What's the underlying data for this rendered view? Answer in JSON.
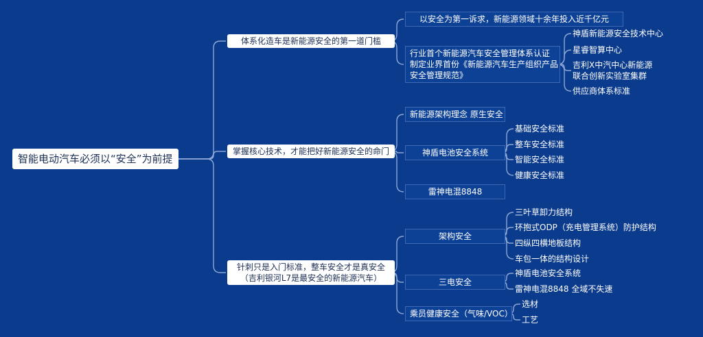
{
  "diagram": {
    "root": "智能电动汽车必须以“安全”为前提",
    "branches": [
      {
        "label": "体系化造车是新能源安全的第一道门槛",
        "children": [
          {
            "label": "以安全为第一诉求，新能源领域十余年投入近千亿元",
            "children": []
          },
          {
            "label_lines": [
              "行业首个新能源汽车安全管理体系认证",
              "制定业界首份《新能源汽车生产组织产品",
              "安全管理规范》"
            ],
            "children": [
              {
                "label": "神盾新能源安全技术中心"
              },
              {
                "label": "星睿智算中心"
              },
              {
                "label_lines": [
                  "吉利X中汽中心新能源",
                  "联合创新实验室集群"
                ]
              },
              {
                "label": "供应商体系标准"
              }
            ]
          }
        ]
      },
      {
        "label": "掌握核心技术，才能把好新能源安全的命门",
        "children": [
          {
            "label": "新能源架构理念  原生安全",
            "children": []
          },
          {
            "label": "神盾电池安全系统",
            "children": [
              {
                "label": "基础安全标准"
              },
              {
                "label": "整车安全标准"
              },
              {
                "label": "智能安全标准"
              },
              {
                "label": "健康安全标准"
              }
            ]
          },
          {
            "label": "雷神电混8848",
            "children": []
          }
        ]
      },
      {
        "label_lines": [
          "针刺只是入门标准，整车安全才是真安全",
          "（吉利银河L7是最安全的新能源汽车）"
        ],
        "children": [
          {
            "label": "架构安全",
            "children": [
              {
                "label": "三叶草卸力结构"
              },
              {
                "label": "环抱式ODP（充电管理系统）防护结构"
              },
              {
                "label": "四纵四横地板结构"
              },
              {
                "label": "车包一体的结构设计"
              }
            ]
          },
          {
            "label": "三电安全",
            "children": [
              {
                "label": "神盾电池安全系统"
              },
              {
                "label": "雷神电混8848 全域不失速"
              }
            ]
          },
          {
            "label": "乘员健康安全（气味/VOC）",
            "children": [
              {
                "label": "选材"
              },
              {
                "label": "工艺"
              }
            ]
          }
        ]
      }
    ]
  }
}
